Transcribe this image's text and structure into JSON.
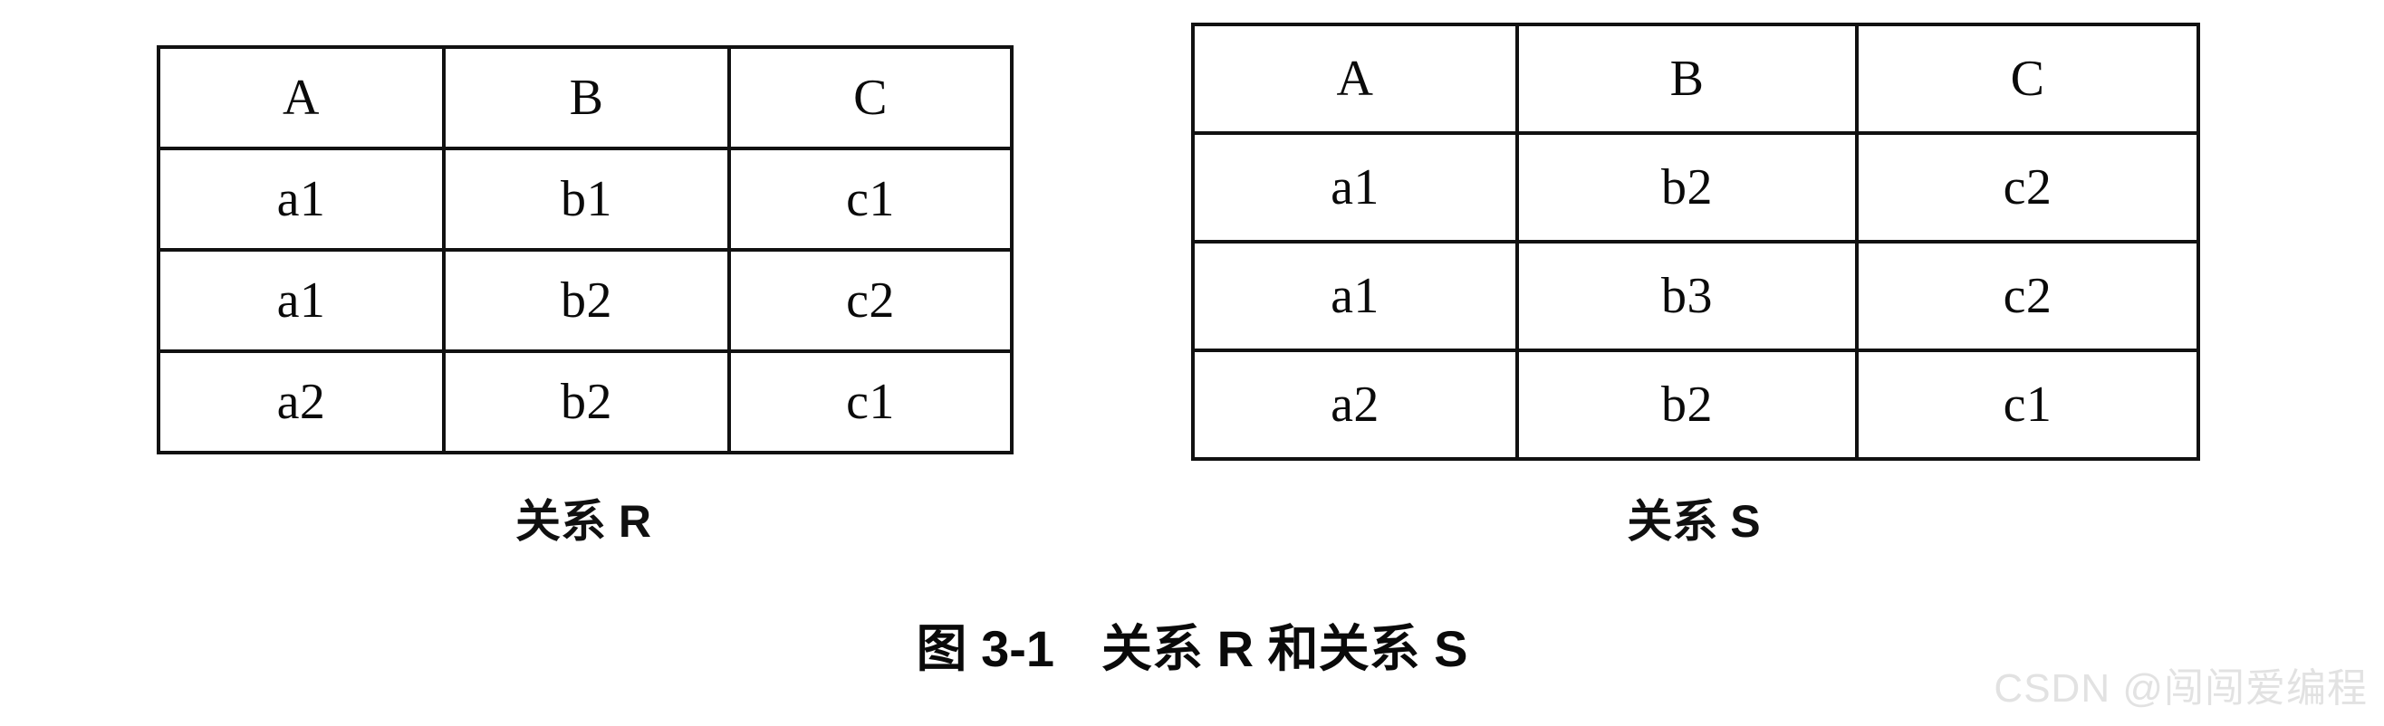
{
  "figure": {
    "caption_number": "图 3-1",
    "caption_text": "关系 R 和关系 S"
  },
  "relation_r": {
    "caption": "关系 R",
    "headers": [
      "A",
      "B",
      "C"
    ],
    "rows": [
      [
        "a1",
        "b1",
        "c1"
      ],
      [
        "a1",
        "b2",
        "c2"
      ],
      [
        "a2",
        "b2",
        "c1"
      ]
    ]
  },
  "relation_s": {
    "caption": "关系 S",
    "headers": [
      "A",
      "B",
      "C"
    ],
    "rows": [
      [
        "a1",
        "b2",
        "c2"
      ],
      [
        "a1",
        "b3",
        "c2"
      ],
      [
        "a2",
        "b2",
        "c1"
      ]
    ]
  },
  "watermark": {
    "text": "CSDN @闯闯爱编程"
  },
  "colors": {
    "ink": "#0a0a0a",
    "rule": "#111111",
    "page": "#ffffff",
    "watermark": "#e2e2e2"
  }
}
